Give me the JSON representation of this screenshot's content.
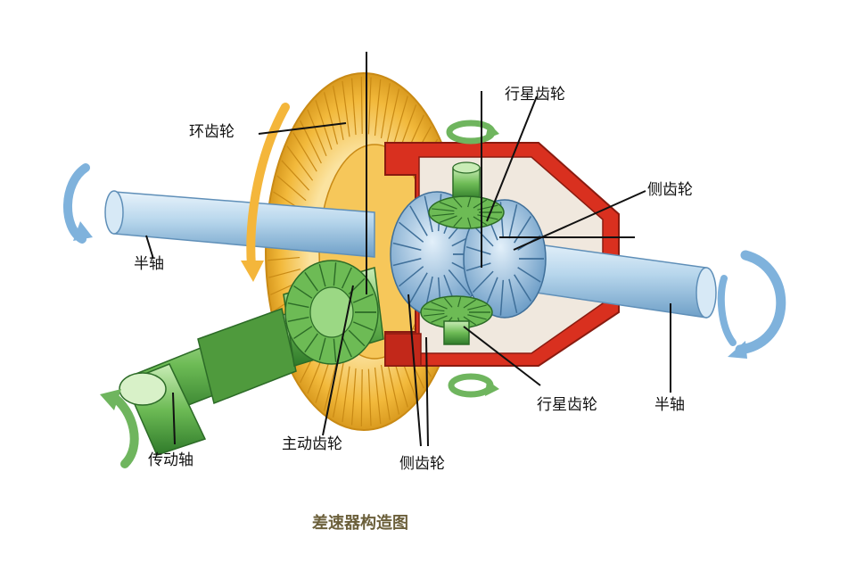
{
  "labels": {
    "ring_gear": "环齿轮",
    "planet_gear_top": "行星齿轮",
    "side_gear_right": "侧齿轮",
    "half_shaft_left": "半轴",
    "half_shaft_right": "半轴",
    "planet_gear_bottom": "行星齿轮",
    "drive_shaft": "传动轴",
    "drive_pinion": "主动齿轮",
    "side_gear_bottom": "侧齿轮"
  },
  "caption": "差速器构造图",
  "colors": {
    "ring_gear": "#f2b93b",
    "shaft": "#b9d8ee",
    "green_parts": "#6dbb55",
    "housing": "#d9301f",
    "side_gear": "#8fbde0",
    "arrow_blue": "#7fb2dc",
    "arrow_green": "#6fb55e",
    "arrow_orange": "#f4b63b"
  }
}
